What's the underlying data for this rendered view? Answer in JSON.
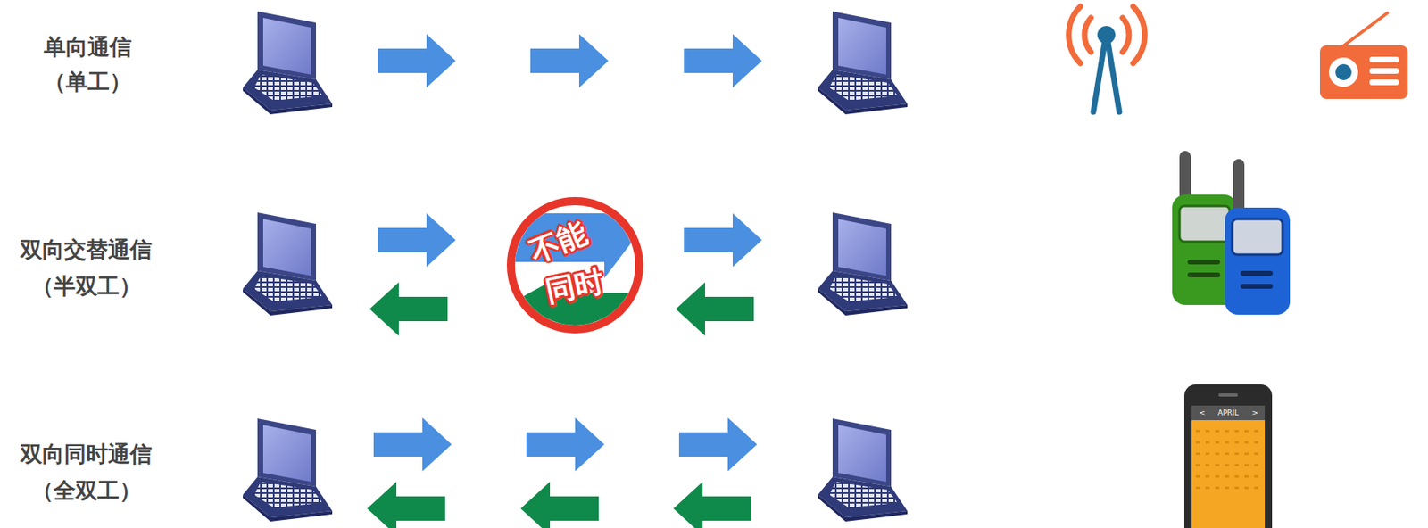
{
  "diagram": {
    "nodes": [
      {
        "text": [
          "不能 同时"
        ]
      }
    ],
    "labels": [
      "单向通信",
      "（单工）",
      "双向交替通信",
      "（半双工）",
      "双向同时通信",
      "（全双工）",
      "<",
      "APRIL",
      ">"
    ]
  }
}
